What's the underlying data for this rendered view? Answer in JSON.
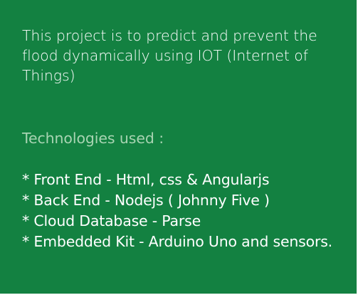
{
  "intro_text": "This project is to predict and prevent the\nflood dynamically using IOT (Internet of\nThings)",
  "technologies": {
    "heading": "Technologies used :",
    "items": [
      "* Front End - Html, css & Angularjs",
      "* Back End  -  Nodejs ( Johnny Five )",
      "* Cloud Database -  Parse",
      "* Embedded Kit - Arduino Uno and sensors."
    ]
  },
  "colors": {
    "background": "#138141",
    "text": "#ffffff",
    "heading_text": "#a8d4b2"
  }
}
